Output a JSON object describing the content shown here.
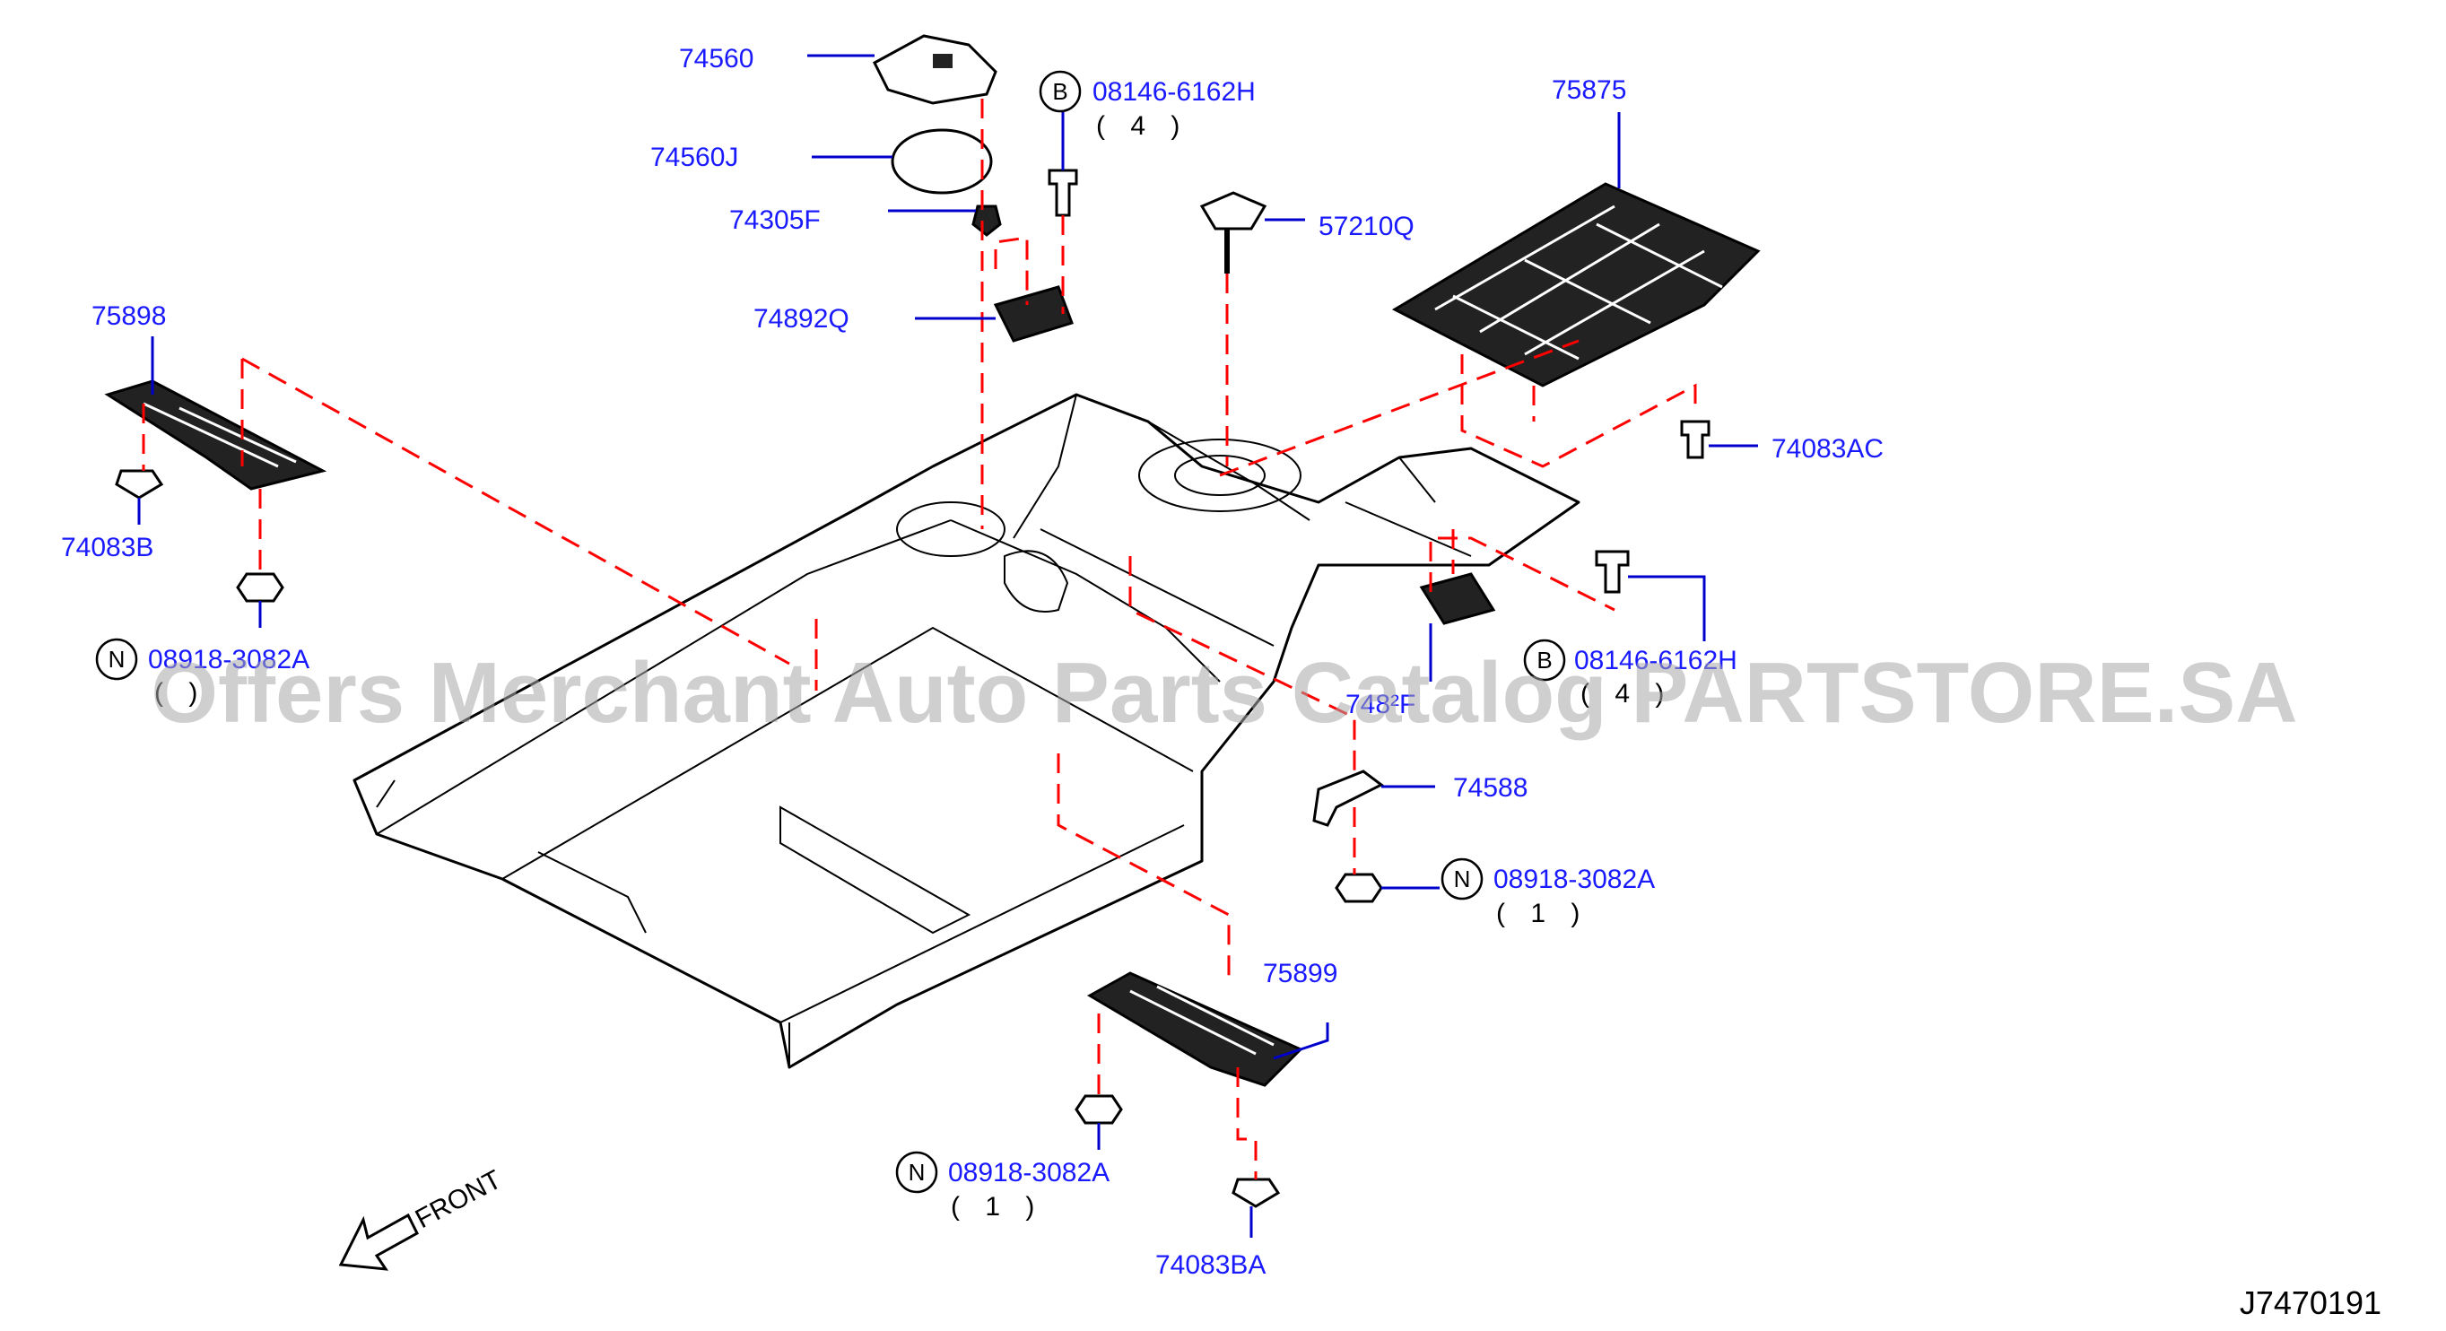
{
  "parts": {
    "p74560": "74560",
    "p74560J": "74560J",
    "p74305F": "74305F",
    "p74892Q": "74892Q",
    "p75898": "75898",
    "p74083B": "74083B",
    "p57210Q": "57210Q",
    "p75875": "75875",
    "p74083AC": "74083AC",
    "p74588": "74588",
    "p75899": "75899",
    "p74083BA": "74083BA",
    "p7482F": "748²F"
  },
  "callouts": {
    "b_top": {
      "letter": "B",
      "code": "08146-6162H",
      "qty": "( 4 )"
    },
    "b_right": {
      "letter": "B",
      "code": "08146-6162H",
      "qty": "( 4 )"
    },
    "n_left": {
      "letter": "N",
      "code": "08918-3082A",
      "qty": "( )"
    },
    "n_right": {
      "letter": "N",
      "code": "08918-3082A",
      "qty": "( 1 )"
    },
    "n_bottom": {
      "letter": "N",
      "code": "08918-3082A",
      "qty": "( 1 )"
    }
  },
  "front_label": "FRONT",
  "diagram_code": "J7470191",
  "watermark": "Offers Merchant Auto Parts Catalog PARTSTORE.SA",
  "colors": {
    "label": "#1a1aff",
    "leader": "#0000cc",
    "dash": "#ff0000",
    "watermark": "#a8a8a8"
  }
}
